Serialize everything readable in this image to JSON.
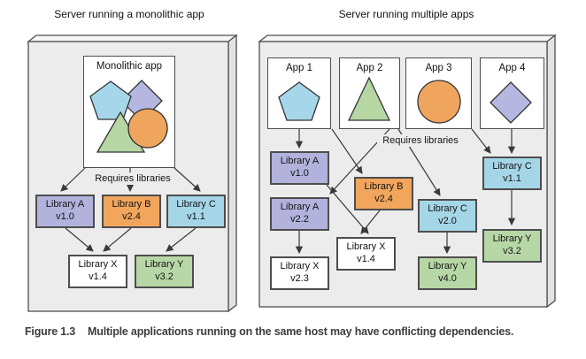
{
  "caption": {
    "label": "Figure 1.3",
    "text": "Multiple applications running on the same host may have conflicting dependencies."
  },
  "colors": {
    "server_fill": "#ececec",
    "server_top": "#f7f7f7",
    "server_side": "#e3e3e3",
    "box_border": "#4d4d4d",
    "library_a": "#b2b2dc",
    "library_b": "#f2a55c",
    "library_c": "#a5d6e8",
    "library_x": "#ffffff",
    "library_y": "#b7d8a6",
    "pentagon": "#a6d6ea",
    "diamond": "#b5b7e0",
    "triangle": "#b6d7a4",
    "circle": "#f0a55f",
    "arrow": "#3a3a3a"
  },
  "left_panel": {
    "title": "Server running a monolithic app",
    "app": {
      "label": "Monolithic app",
      "shapes": [
        "pentagon",
        "diamond",
        "triangle",
        "circle"
      ]
    },
    "requires_label": "Requires libraries",
    "libraries": [
      {
        "name": "Library A",
        "version": "v1.0"
      },
      {
        "name": "Library B",
        "version": "v2.4"
      },
      {
        "name": "Library C",
        "version": "v1.1"
      },
      {
        "name": "Library X",
        "version": "v1.4"
      },
      {
        "name": "Library Y",
        "version": "v3.2"
      }
    ]
  },
  "right_panel": {
    "title": "Server running multiple apps",
    "requires_label": "Requires libraries",
    "apps": [
      {
        "label": "App 1",
        "shape": "pentagon"
      },
      {
        "label": "App 2",
        "shape": "triangle"
      },
      {
        "label": "App 3",
        "shape": "circle"
      },
      {
        "label": "App 4",
        "shape": "diamond"
      }
    ],
    "libraries": [
      {
        "name": "Library A",
        "version": "v1.0"
      },
      {
        "name": "Library A",
        "version": "v2.2"
      },
      {
        "name": "Library X",
        "version": "v2.3"
      },
      {
        "name": "Library B",
        "version": "v2.4"
      },
      {
        "name": "Library X",
        "version": "v1.4"
      },
      {
        "name": "Library C",
        "version": "v2.0"
      },
      {
        "name": "Library Y",
        "version": "v4.0"
      },
      {
        "name": "Library C",
        "version": "v1.1"
      },
      {
        "name": "Library Y",
        "version": "v3.2"
      }
    ]
  },
  "edges": {
    "left": [
      {
        "from": "Monolithic app",
        "to": "Library A v1.0"
      },
      {
        "from": "Monolithic app",
        "to": "Library B v2.4"
      },
      {
        "from": "Monolithic app",
        "to": "Library C v1.1"
      },
      {
        "from": "Library A v1.0",
        "to": "Library X v1.4"
      },
      {
        "from": "Library B v2.4",
        "to": "Library X v1.4"
      },
      {
        "from": "Library C v1.1",
        "to": "Library Y v3.2"
      }
    ],
    "right": [
      {
        "from": "App 1",
        "to": "Library A v1.0"
      },
      {
        "from": "App 1",
        "to": "Library B v2.4"
      },
      {
        "from": "App 2",
        "to": "Library A v2.2"
      },
      {
        "from": "App 2",
        "to": "Library C v2.0"
      },
      {
        "from": "App 3",
        "to": "Library C v1.1"
      },
      {
        "from": "App 4",
        "to": "Library C v1.1"
      },
      {
        "from": "Library A v1.0",
        "to": "Library X v1.4"
      },
      {
        "from": "Library B v2.4",
        "to": "Library X v1.4"
      },
      {
        "from": "Library A v2.2",
        "to": "Library X v2.3"
      },
      {
        "from": "Library C v2.0",
        "to": "Library Y v4.0"
      },
      {
        "from": "Library C v1.1",
        "to": "Library Y v3.2"
      }
    ]
  }
}
